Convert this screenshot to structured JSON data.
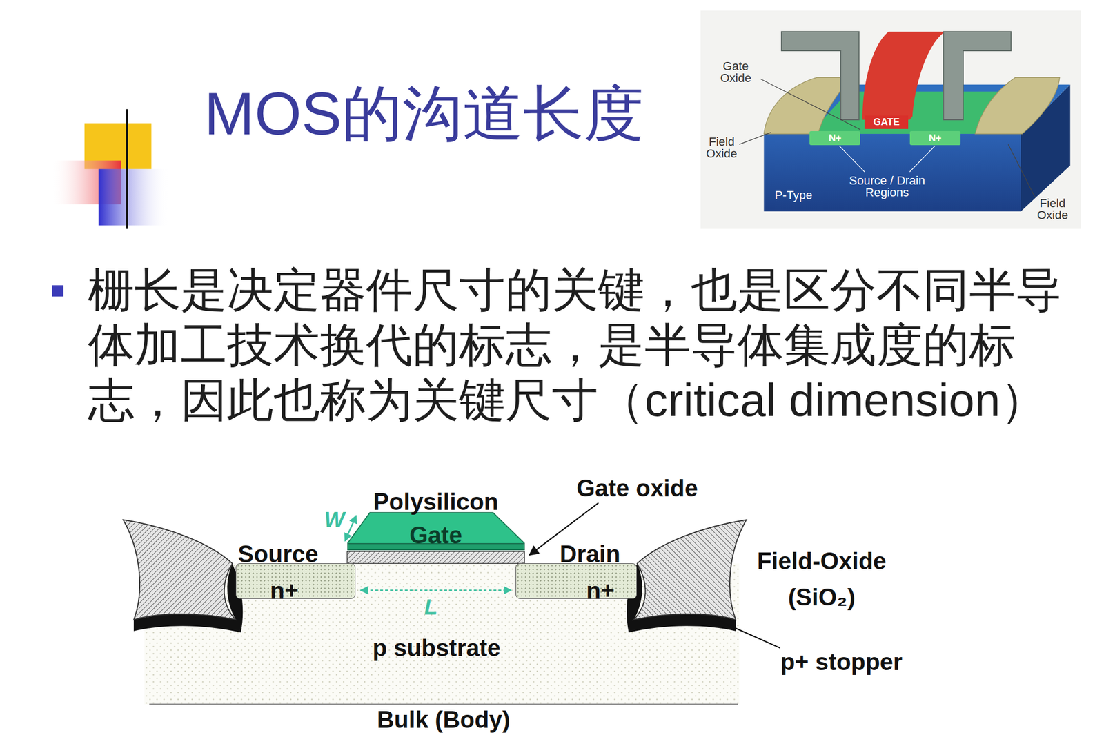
{
  "diagram": {
    "title": "MOS的沟道长度",
    "nodes": [
      {
        "text": [
          "Polysilicon",
          "Gate"
        ]
      },
      {
        "text": [
          "n+"
        ]
      },
      {
        "text": [
          "n+"
        ]
      },
      {
        "text": [
          "GATE"
        ]
      },
      {
        "text": [
          "N+"
        ]
      },
      {
        "text": [
          "N+"
        ]
      }
    ],
    "labels": [
      "Gate Oxide",
      "Field Oxide",
      "Source / Drain Regions",
      "P-Type",
      "Field Oxide",
      "栅长是决定器件尺寸的关键，也是区分不同半导体加工技术换代的标志，是半导体集成度的标志，因此也称为关键尺寸（critical dimension）",
      "W",
      "Source",
      "Drain",
      "Gate oxide",
      "L",
      "Field-Oxide",
      "(SiO₂)",
      "p substrate",
      "p+ stopper",
      "Bulk (Body)"
    ]
  }
}
